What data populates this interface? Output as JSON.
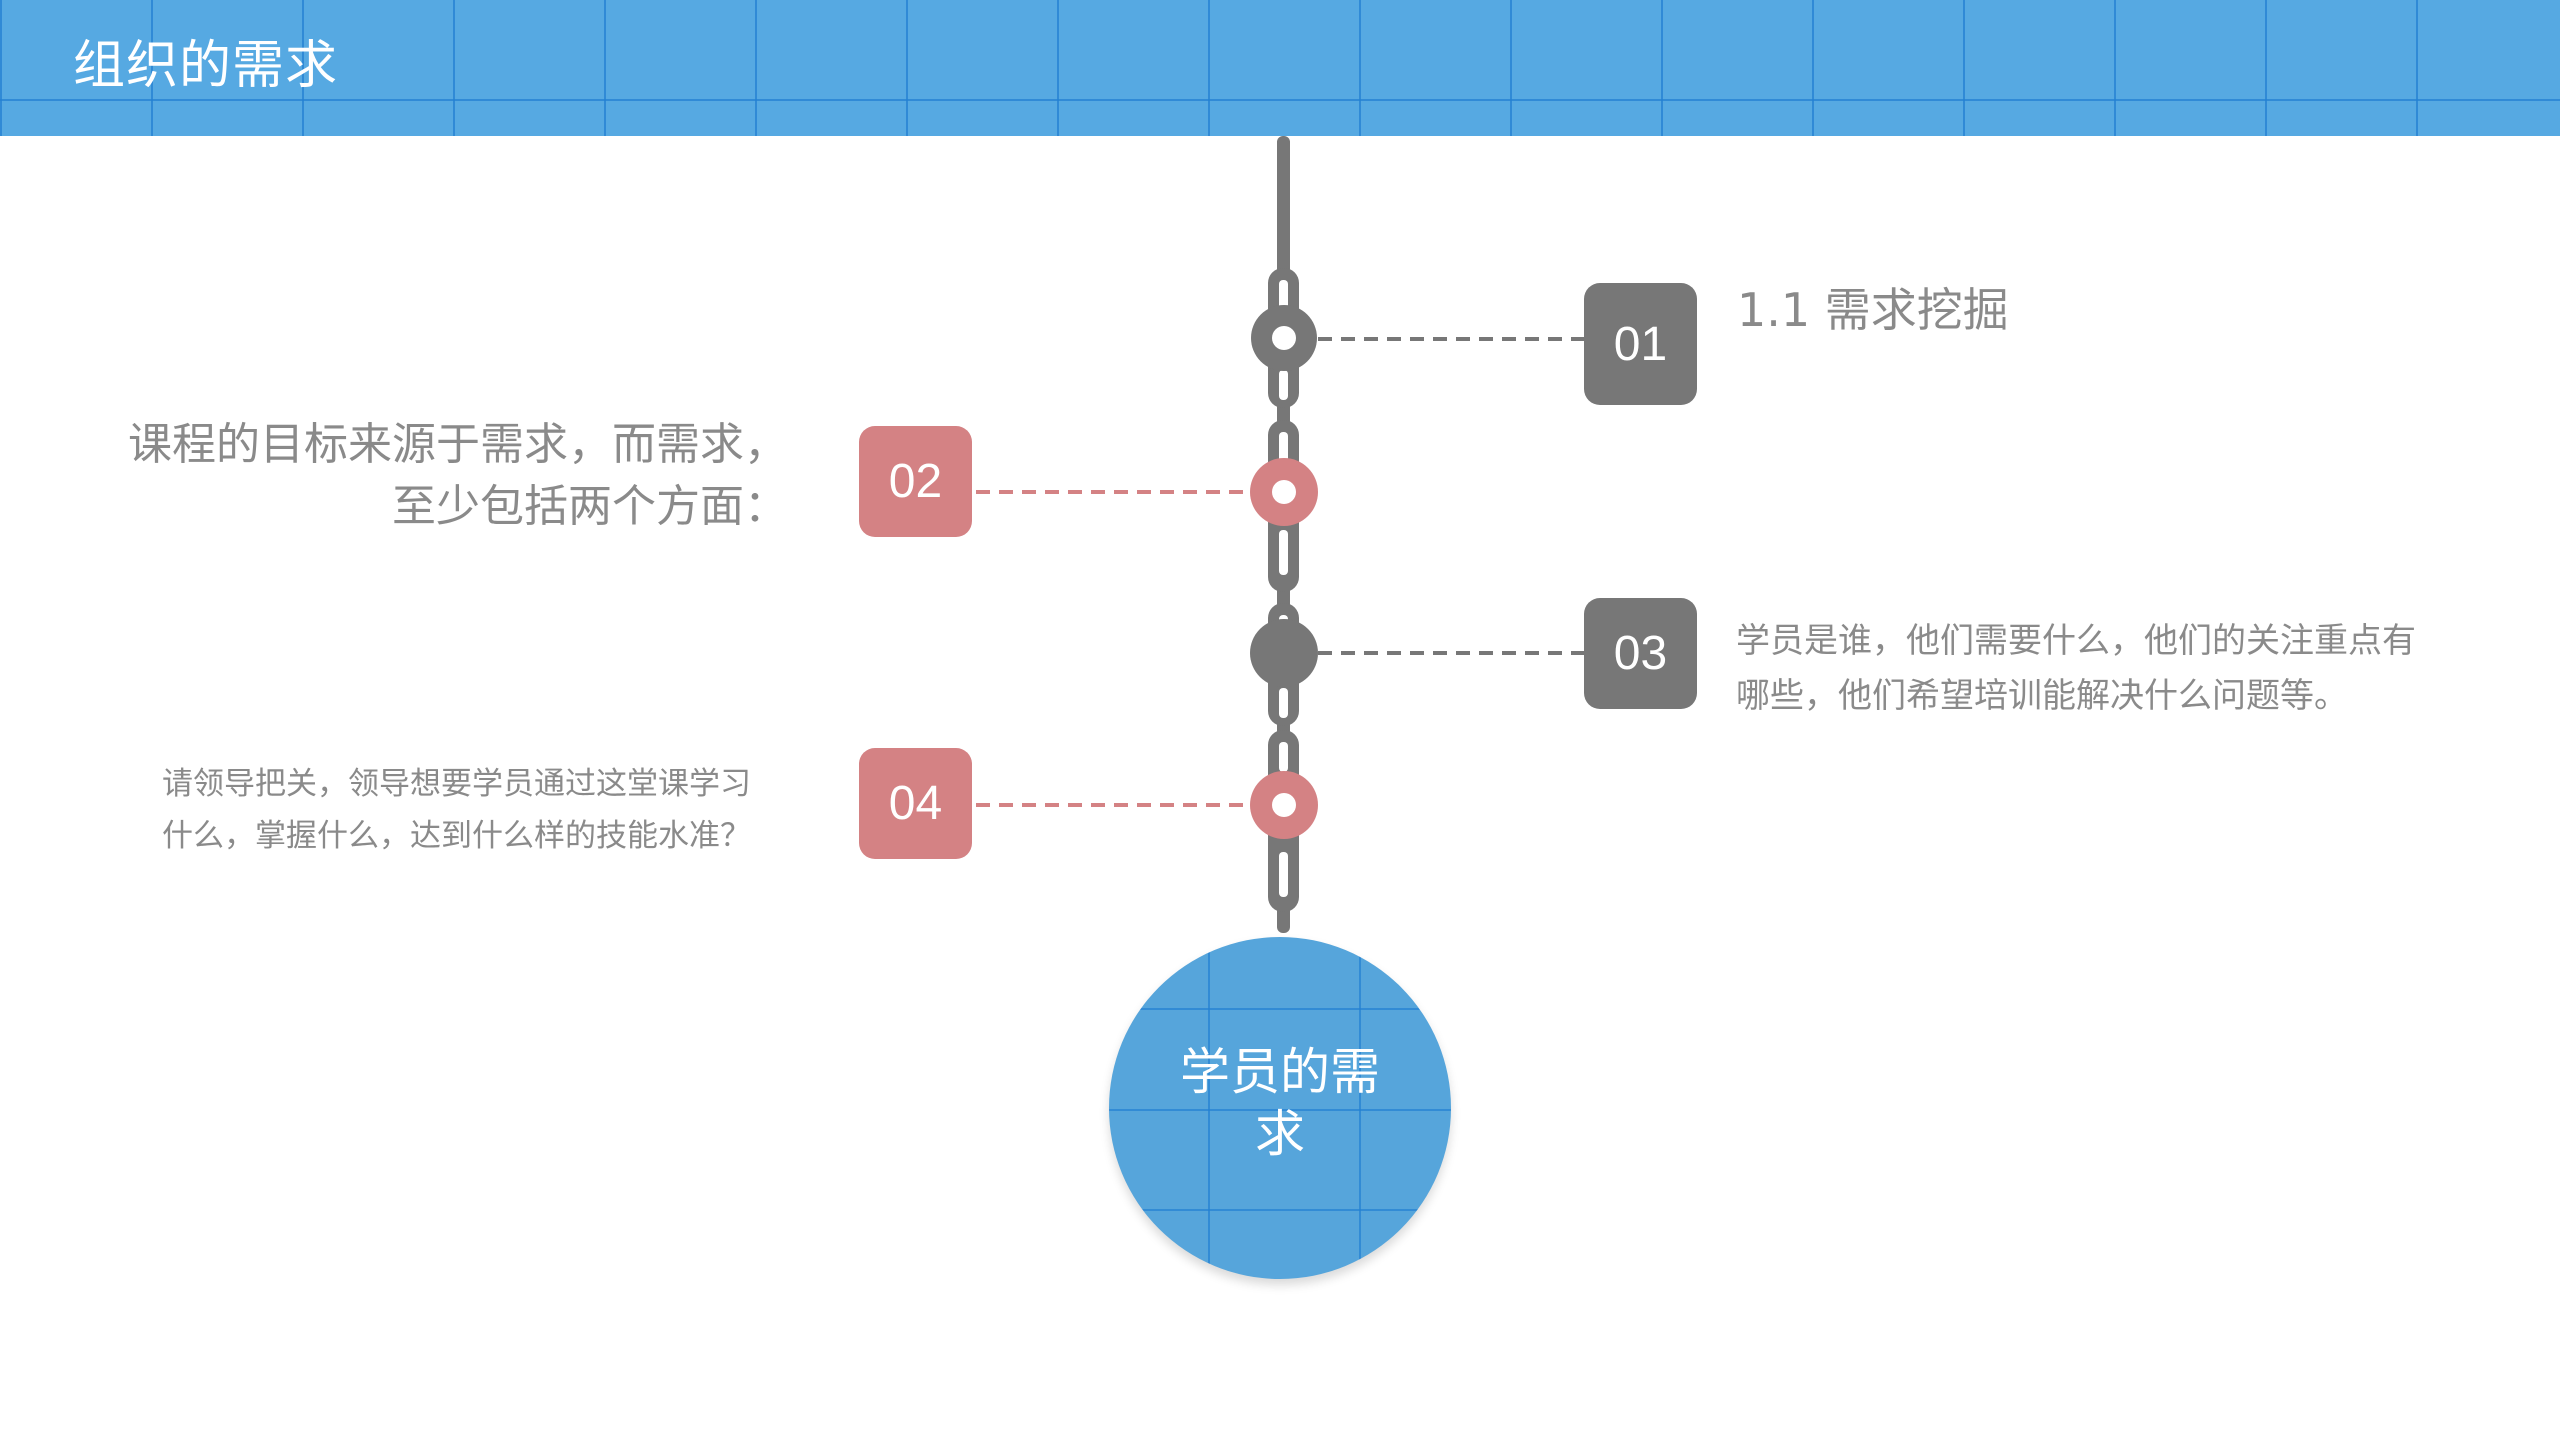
{
  "header": {
    "title": "组织的需求"
  },
  "colors": {
    "header_blue": "#56A9E2",
    "gray": "#777777",
    "pink": "#D48284",
    "text_gray": "#8A8A8A"
  },
  "timeline": {
    "items": [
      {
        "number": "01",
        "color": "gray",
        "side": "right",
        "text": "1.1 需求挖掘"
      },
      {
        "number": "02",
        "color": "pink",
        "side": "left",
        "text_lines": [
          "课程的目标来源于需求，而需求，",
          "至少包括两个方面："
        ]
      },
      {
        "number": "03",
        "color": "gray",
        "side": "right",
        "text_lines": [
          "学员是谁，他们需要什么，他们的关注重点有",
          "哪些，他们希望培训能解决什么问题等。"
        ]
      },
      {
        "number": "04",
        "color": "pink",
        "side": "left",
        "text_lines": [
          "请领导把关，领导想要学员通过这堂课学习",
          "什么，掌握什么，达到什么样的技能水准？"
        ]
      }
    ],
    "center_label": "学员的需求"
  }
}
